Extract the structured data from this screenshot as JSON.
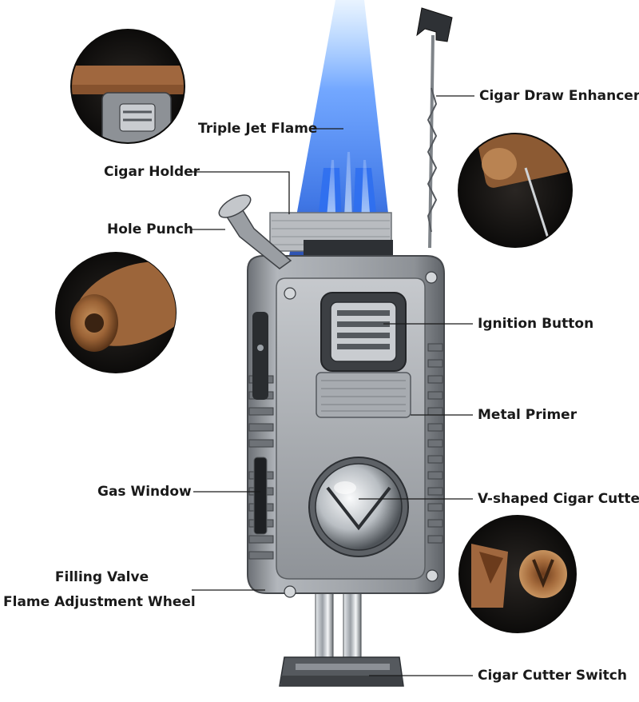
{
  "colors": {
    "flame": "#2f7dff",
    "flame_core": "#bfe6ff",
    "body_metal": "#9a9ea3",
    "body_dark": "#5d6166",
    "leader_line": "#1a1a1a",
    "cigar": "#a0673e"
  },
  "labels": {
    "triple_jet_flame": "Triple Jet Flame",
    "cigar_holder": "Cigar Holder",
    "hole_punch": "Hole Punch",
    "gas_window": "Gas Window",
    "filling_valve": "Filling Valve",
    "flame_adjustment_wheel": "Flame Adjustment Wheel",
    "cigar_draw_enhancer": "Cigar Draw Enhancer",
    "ignition_button": "Ignition Button",
    "metal_primer": "Metal Primer",
    "v_shaped_cigar_cutter": "V-shaped Cigar Cutter",
    "cigar_cutter_switch": "Cigar Cutter Switch"
  }
}
